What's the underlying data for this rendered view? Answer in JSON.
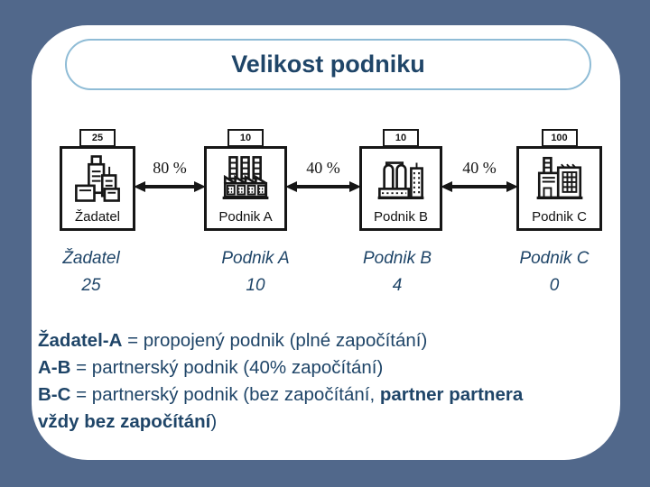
{
  "slide": {
    "title": "Velikost podniku",
    "colors": {
      "background": "#51688B",
      "panel": "#FFFFFF",
      "title_border": "#8FBCD6",
      "heading_text": "#1F4568",
      "diagram_ink": "#161616"
    },
    "diagram": {
      "nodes": [
        {
          "id": "zadatel",
          "label": "Žadatel",
          "capacity": "25",
          "icon": "industrial-buildings-icon"
        },
        {
          "id": "podnik-a",
          "label": "Podnik A",
          "capacity": "10",
          "icon": "factory-chimneys-icon"
        },
        {
          "id": "podnik-b",
          "label": "Podnik B",
          "capacity": "10",
          "icon": "silo-plant-icon"
        },
        {
          "id": "podnik-c",
          "label": "Podnik C",
          "capacity": "100",
          "icon": "factory-office-icon"
        }
      ],
      "links": [
        {
          "from": "Žadatel",
          "to": "Podnik A",
          "label": "80 %"
        },
        {
          "from": "Podnik A",
          "to": "Podnik B",
          "label": "40 %"
        },
        {
          "from": "Podnik B",
          "to": "Podnik C",
          "label": "40 %"
        }
      ]
    },
    "results": [
      {
        "name": "Žadatel",
        "value": "25"
      },
      {
        "name": "Podnik A",
        "value": "10"
      },
      {
        "name": "Podnik B",
        "value": "4"
      },
      {
        "name": "Podnik C",
        "value": "0"
      }
    ],
    "notes": [
      {
        "parts": [
          {
            "text": "Žadatel-A",
            "bold": true
          },
          {
            "text": " = propojený podnik (plné započítání)",
            "bold": false
          }
        ]
      },
      {
        "parts": [
          {
            "text": "A-B",
            "bold": true
          },
          {
            "text": " = partnerský podnik (40% započítání)",
            "bold": false
          }
        ]
      },
      {
        "parts": [
          {
            "text": "B-C",
            "bold": true
          },
          {
            "text": " = partnerský podnik (bez započítání, ",
            "bold": false
          },
          {
            "text": "partner partnera",
            "bold": true
          }
        ]
      },
      {
        "parts": [
          {
            "text": "vždy bez započítání",
            "bold": true
          },
          {
            "text": ")",
            "bold": false
          }
        ]
      }
    ]
  }
}
